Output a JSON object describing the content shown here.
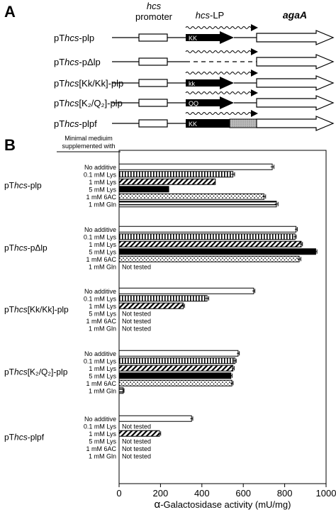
{
  "panel_a": {
    "letter": "A",
    "col_promoter_top": "hcs",
    "col_promoter_bottom": "promoter",
    "col_lp_italic": "hcs",
    "col_lp_suffix": "-LP",
    "col_gene": "agaA",
    "constructs": [
      {
        "pre": "pT",
        "ital": "hcs",
        "post": "-plp",
        "inner": "KK",
        "variant": "full"
      },
      {
        "pre": "pT",
        "ital": "hcs",
        "post": "-pΔlp",
        "inner": "",
        "variant": "deleted"
      },
      {
        "pre": "pT",
        "ital": "hcs",
        "post": "[Kk/Kk]-plp",
        "inner": "kk",
        "variant": "full"
      },
      {
        "pre": "pT",
        "ital": "hcs",
        "post": "[K₂/Q₂]-plp",
        "inner": "QQ",
        "variant": "full"
      },
      {
        "pre": "pT",
        "ital": "hcs",
        "post": "-plpf",
        "inner": "KK",
        "variant": "fused"
      }
    ]
  },
  "panel_b": {
    "letter": "B",
    "header_line1": "Minimal mediuim",
    "header_line2": "supplemented with",
    "not_tested": "Not tested",
    "x_axis": {
      "label_greek": "α",
      "label_rest": "-Galactosidase activity (mU/mg)",
      "ticks": [
        0,
        200,
        400,
        600,
        800,
        1000
      ],
      "range": [
        0,
        1000
      ]
    }
  },
  "chart_data": {
    "type": "bar",
    "orientation": "horizontal",
    "xlabel": "α-Galactosidase activity (mU/mg)",
    "xlim": [
      0,
      1000
    ],
    "groups": [
      {
        "name": "pThcs-plp",
        "label_pre": "pT",
        "label_ital": "hcs",
        "label_post": "-plp",
        "bars": [
          {
            "condition": "No additive",
            "value": 740,
            "err": 8,
            "pattern": "open"
          },
          {
            "condition": "0.1 mM Lys",
            "value": 550,
            "err": 8,
            "pattern": "vertical"
          },
          {
            "condition": "1 mM Lys",
            "value": 465,
            "err": 0,
            "pattern": "diagonal"
          },
          {
            "condition": "5 mM Lys",
            "value": 240,
            "err": 0,
            "pattern": "solid"
          },
          {
            "condition": "1 mM 6AC",
            "value": 700,
            "err": 8,
            "pattern": "dotted"
          },
          {
            "condition": "1 mM Gln",
            "value": 760,
            "err": 8,
            "pattern": "horizontal"
          }
        ]
      },
      {
        "name": "pThcs-pΔlp",
        "label_pre": "pT",
        "label_ital": "hcs",
        "label_post": "-pΔlp",
        "bars": [
          {
            "condition": "No additive",
            "value": 855,
            "err": 6,
            "pattern": "open"
          },
          {
            "condition": "0.1 mM Lys",
            "value": 850,
            "err": 6,
            "pattern": "vertical"
          },
          {
            "condition": "1 mM Lys",
            "value": 880,
            "err": 6,
            "pattern": "diagonal"
          },
          {
            "condition": "5 mM Lys",
            "value": 950,
            "err": 6,
            "pattern": "solid"
          },
          {
            "condition": "1 mM 6AC",
            "value": 870,
            "err": 8,
            "pattern": "dotted"
          },
          {
            "condition": "1 mM Gln",
            "value": null,
            "err": 0,
            "pattern": "none"
          }
        ]
      },
      {
        "name": "pThcs[Kk/Kk]-plp",
        "label_pre": "pT",
        "label_ital": "hcs",
        "label_post": "[Kk/Kk]-plp",
        "bars": [
          {
            "condition": "No additive",
            "value": 650,
            "err": 6,
            "pattern": "open"
          },
          {
            "condition": "0.1 mM Lys",
            "value": 425,
            "err": 8,
            "pattern": "vertical"
          },
          {
            "condition": "1 mM Lys",
            "value": 310,
            "err": 6,
            "pattern": "diagonal"
          },
          {
            "condition": "5 mM Lys",
            "value": null,
            "err": 0,
            "pattern": "none"
          },
          {
            "condition": "1 mM 6AC",
            "value": null,
            "err": 0,
            "pattern": "none"
          },
          {
            "condition": "1 mM Gln",
            "value": null,
            "err": 0,
            "pattern": "none"
          }
        ]
      },
      {
        "name": "pThcs[K₂/Q₂]-plp",
        "label_pre": "pT",
        "label_ital": "hcs",
        "label_post": "[K₂/Q₂]-plp",
        "bars": [
          {
            "condition": "No additive",
            "value": 575,
            "err": 6,
            "pattern": "open"
          },
          {
            "condition": "0.1 mM Lys",
            "value": 560,
            "err": 6,
            "pattern": "vertical"
          },
          {
            "condition": "1 mM Lys",
            "value": 550,
            "err": 6,
            "pattern": "diagonal"
          },
          {
            "condition": "5 mM Lys",
            "value": 540,
            "err": 6,
            "pattern": "solid"
          },
          {
            "condition": "1 mM 6AC",
            "value": 545,
            "err": 6,
            "pattern": "dotted"
          },
          {
            "condition": "1 mM Gln",
            "value": 20,
            "err": 4,
            "pattern": "horizontal"
          }
        ]
      },
      {
        "name": "pThcs-plpf",
        "label_pre": "pT",
        "label_ital": "hcs",
        "label_post": "-plpf",
        "bars": [
          {
            "condition": "No additive",
            "value": 350,
            "err": 6,
            "pattern": "open"
          },
          {
            "condition": "0.1 mM Lys",
            "value": null,
            "err": 0,
            "pattern": "none"
          },
          {
            "condition": "1 mM Lys",
            "value": 195,
            "err": 6,
            "pattern": "diagonal"
          },
          {
            "condition": "5 mM Lys",
            "value": null,
            "err": 0,
            "pattern": "none"
          },
          {
            "condition": "1 mM 6AC",
            "value": null,
            "err": 0,
            "pattern": "none"
          },
          {
            "condition": "1 mM Gln",
            "value": null,
            "err": 0,
            "pattern": "none"
          }
        ]
      }
    ]
  }
}
